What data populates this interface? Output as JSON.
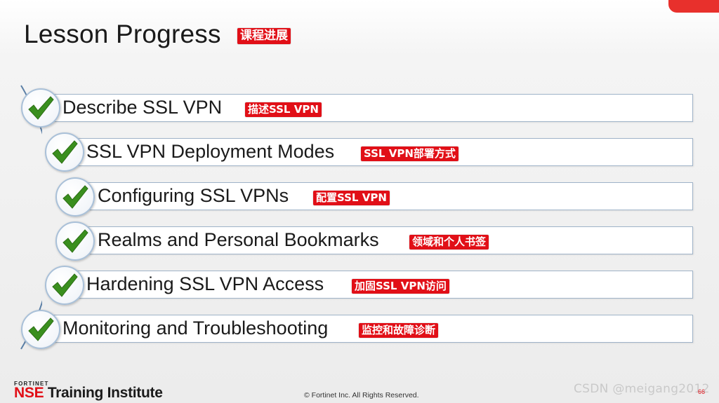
{
  "slide": {
    "title": "Lesson Progress",
    "title_cn": "课程进展"
  },
  "steps": [
    {
      "label": "Describe SSL VPN",
      "cn": "描述SSL VPN",
      "checked": true
    },
    {
      "label": "SSL VPN Deployment Modes",
      "cn": "SSL VPN部署方式",
      "checked": true
    },
    {
      "label": "Configuring SSL VPNs",
      "cn": "配置SSL VPN",
      "checked": true
    },
    {
      "label": "Realms and Personal Bookmarks",
      "cn": "领域和个人书签",
      "checked": true
    },
    {
      "label": "Hardening SSL VPN Access",
      "cn": "加固SSL VPN访问",
      "checked": true
    },
    {
      "label": "Monitoring and Troubleshooting",
      "cn": "监控和故障诊断",
      "checked": true
    }
  ],
  "footer": {
    "brand_small": "FORTINET",
    "brand_red": "NSE",
    "brand_rest": " Training Institute",
    "copyright": "© Fortinet Inc. All Rights Reserved.",
    "watermark": "CSDN @meigang2012",
    "page_number": "66"
  },
  "colors": {
    "accent_red": "#e10f17",
    "check_green": "#3a8f1e"
  }
}
